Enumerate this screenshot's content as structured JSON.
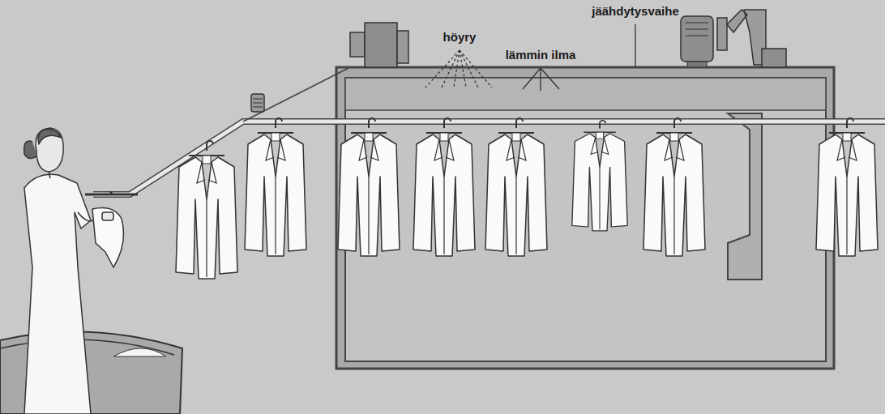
{
  "diagram": {
    "labels": [
      "höyry",
      "lämmin ilma",
      "jäähdytysvaihe"
    ]
  }
}
